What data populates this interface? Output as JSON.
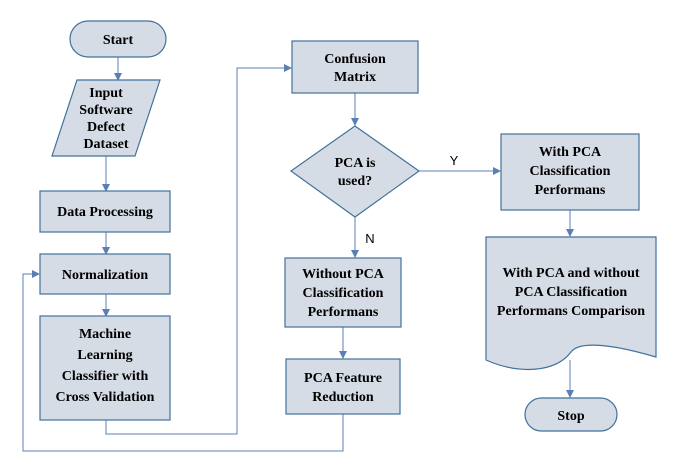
{
  "diagram": {
    "nodes": {
      "start": "Start",
      "input": [
        "Input",
        "Software",
        "Defect",
        "Dataset"
      ],
      "data_processing": "Data Processing",
      "normalization": "Normalization",
      "ml_classifier": [
        "Machine",
        "Learning",
        "Classifier with",
        "Cross Validation"
      ],
      "confusion_matrix": [
        "Confusion",
        "Matrix"
      ],
      "decision": [
        "PCA is",
        "used?"
      ],
      "without_pca": [
        "Without PCA",
        "Classification",
        "Performans"
      ],
      "pca_feature": [
        "PCA Feature",
        "Reduction"
      ],
      "with_pca": [
        "With PCA",
        "Classification",
        "Performans"
      ],
      "comparison": [
        "With PCA and without",
        "PCA Classification",
        "Performans Comparison"
      ],
      "stop": "Stop"
    },
    "edge_labels": {
      "yes": "Y",
      "no": "N"
    }
  },
  "colors": {
    "fill": "#d6dce5",
    "stroke": "#41719c",
    "connector": "#5b7fb5"
  }
}
